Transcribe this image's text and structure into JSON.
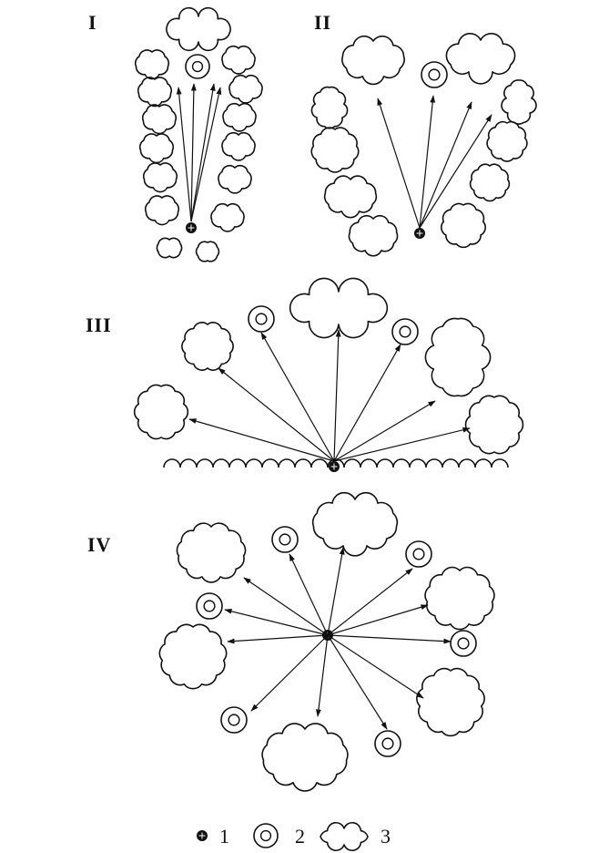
{
  "panels": [
    {
      "label": "I"
    },
    {
      "label": "II"
    },
    {
      "label": "III"
    },
    {
      "label": "IV"
    }
  ],
  "legend": [
    {
      "symbol": "source-point",
      "number": "1"
    },
    {
      "symbol": "target-ring",
      "number": "2"
    },
    {
      "symbol": "cloud",
      "number": "3"
    }
  ],
  "colors": {
    "ink": "#111111",
    "paper": "#ffffff"
  }
}
